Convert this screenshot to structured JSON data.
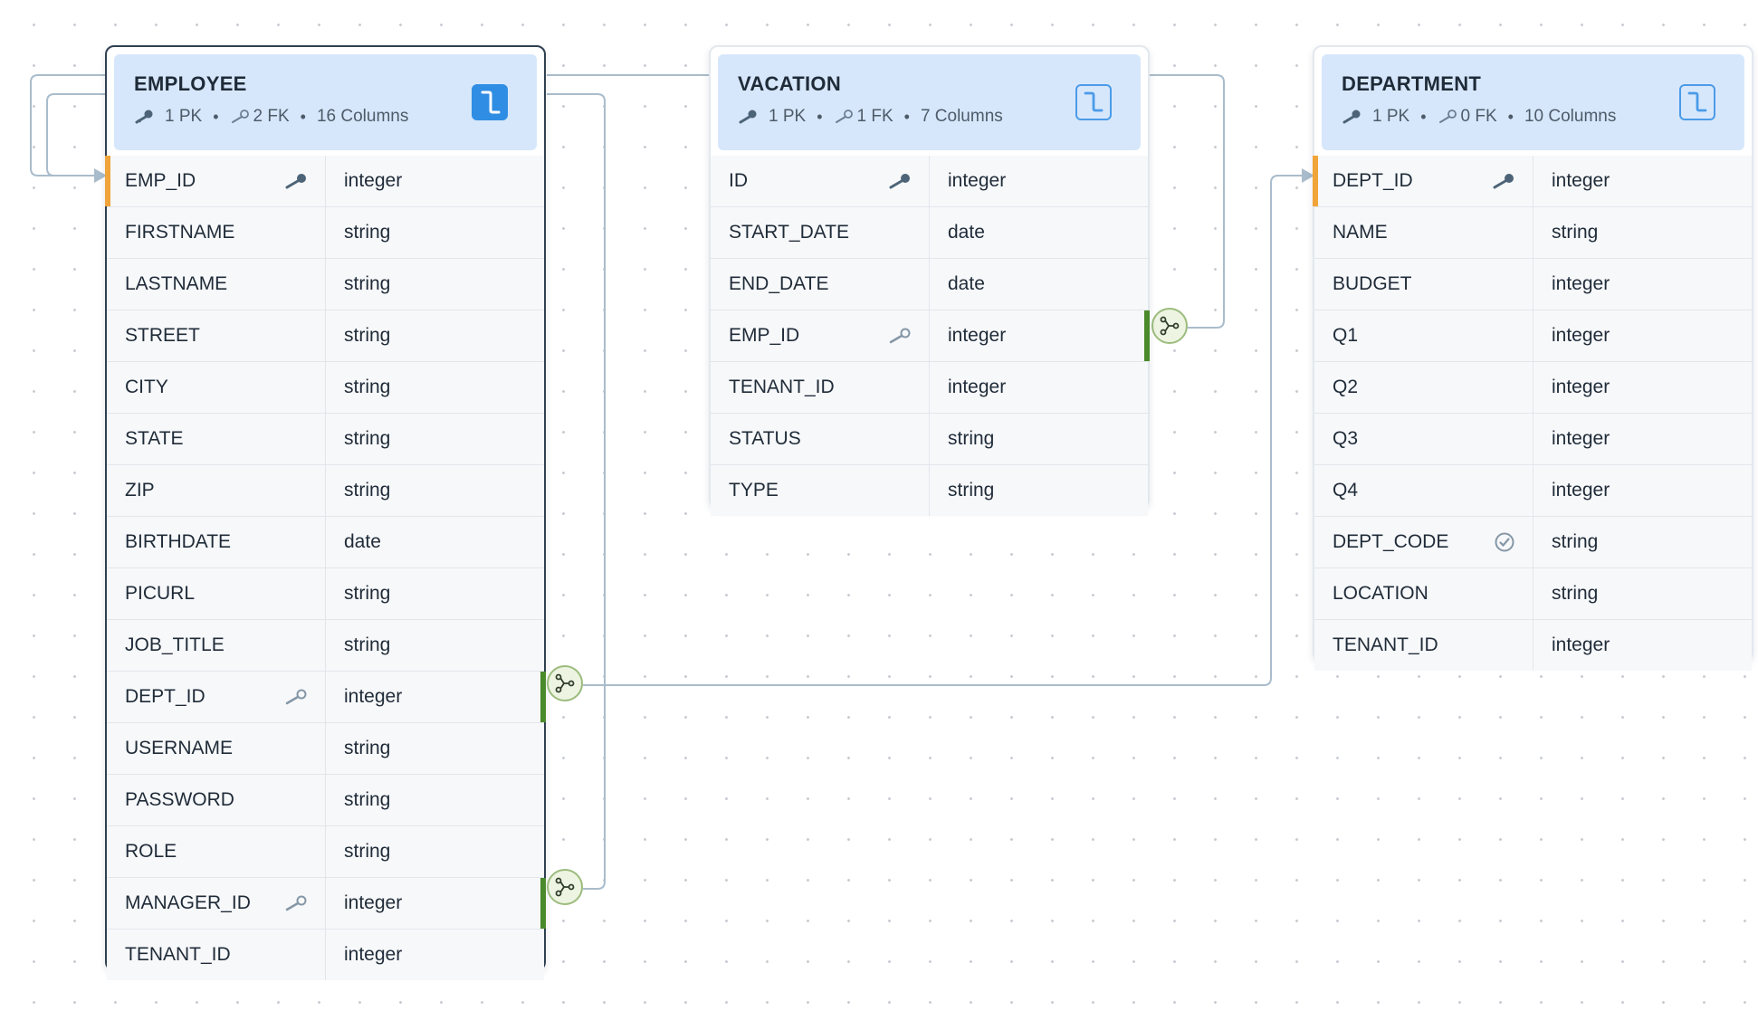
{
  "tables": {
    "employee": {
      "name": "EMPLOYEE",
      "pk_count": "1 PK",
      "fk_count": "2 FK",
      "column_count": "16 Columns",
      "columns": [
        {
          "name": "EMP_ID",
          "type": "integer",
          "key": "pk"
        },
        {
          "name": "FIRSTNAME",
          "type": "string"
        },
        {
          "name": "LASTNAME",
          "type": "string"
        },
        {
          "name": "STREET",
          "type": "string"
        },
        {
          "name": "CITY",
          "type": "string"
        },
        {
          "name": "STATE",
          "type": "string"
        },
        {
          "name": "ZIP",
          "type": "string"
        },
        {
          "name": "BIRTHDATE",
          "type": "date"
        },
        {
          "name": "PICURL",
          "type": "string"
        },
        {
          "name": "JOB_TITLE",
          "type": "string"
        },
        {
          "name": "DEPT_ID",
          "type": "integer",
          "key": "fk"
        },
        {
          "name": "USERNAME",
          "type": "string"
        },
        {
          "name": "PASSWORD",
          "type": "string"
        },
        {
          "name": "ROLE",
          "type": "string"
        },
        {
          "name": "MANAGER_ID",
          "type": "integer",
          "key": "fk"
        },
        {
          "name": "TENANT_ID",
          "type": "integer"
        }
      ]
    },
    "vacation": {
      "name": "VACATION",
      "pk_count": "1 PK",
      "fk_count": "1 FK",
      "column_count": "7 Columns",
      "columns": [
        {
          "name": "ID",
          "type": "integer",
          "key": "pk"
        },
        {
          "name": "START_DATE",
          "type": "date"
        },
        {
          "name": "END_DATE",
          "type": "date"
        },
        {
          "name": "EMP_ID",
          "type": "integer",
          "key": "fk"
        },
        {
          "name": "TENANT_ID",
          "type": "integer"
        },
        {
          "name": "STATUS",
          "type": "string"
        },
        {
          "name": "TYPE",
          "type": "string"
        }
      ]
    },
    "department": {
      "name": "DEPARTMENT",
      "pk_count": "1 PK",
      "fk_count": "0 FK",
      "column_count": "10 Columns",
      "columns": [
        {
          "name": "DEPT_ID",
          "type": "integer",
          "key": "pk"
        },
        {
          "name": "NAME",
          "type": "string"
        },
        {
          "name": "BUDGET",
          "type": "integer"
        },
        {
          "name": "Q1",
          "type": "integer"
        },
        {
          "name": "Q2",
          "type": "integer"
        },
        {
          "name": "Q3",
          "type": "integer"
        },
        {
          "name": "Q4",
          "type": "integer"
        },
        {
          "name": "DEPT_CODE",
          "type": "string",
          "key": "unique"
        },
        {
          "name": "LOCATION",
          "type": "string"
        },
        {
          "name": "TENANT_ID",
          "type": "integer"
        }
      ]
    }
  },
  "relationships": [
    {
      "from": "EMPLOYEE.MANAGER_ID",
      "to": "EMPLOYEE.EMP_ID"
    },
    {
      "from": "EMPLOYEE.DEPT_ID",
      "to": "DEPARTMENT.DEPT_ID"
    },
    {
      "from": "VACATION.EMP_ID",
      "to": "EMPLOYEE.EMP_ID"
    }
  ],
  "colors": {
    "header_background": "#d7e7fb",
    "primary_key_marker": "#f0a43a",
    "foreign_key_marker": "#4a8a2a",
    "connector_line": "#a9bccb",
    "action_button": "#2f8de4",
    "selected_border": "#2f4050"
  },
  "icons": {
    "primary_key": "key-icon",
    "foreign_key": "key-outline-icon",
    "unique": "check-circle-icon",
    "relationship": "relation-fork-icon",
    "table_action": "connector-route-icon"
  }
}
